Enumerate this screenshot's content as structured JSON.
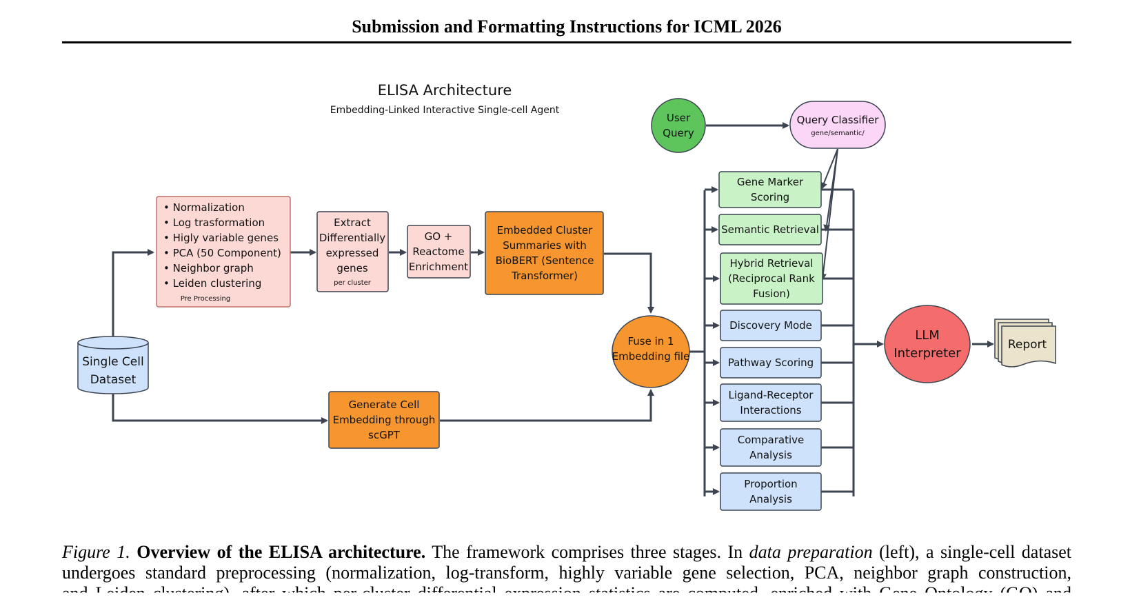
{
  "header": {
    "title": "Submission and Formatting Instructions for ICML 2026"
  },
  "figure": {
    "title": "ELISA Architecture",
    "subtitle": "Embedding-Linked Interactive Single-cell Agent",
    "preprocessing": {
      "items": [
        "Normalization",
        "Log trasformation",
        "Higly variable genes",
        "PCA (50 Component)",
        "Neighbor graph",
        "Leiden clustering"
      ],
      "label": "Pre Processing"
    },
    "dataset": [
      "Single Cell",
      "Dataset"
    ],
    "extract": {
      "lines": [
        "Extract",
        "Differentially",
        "expressed",
        "genes"
      ],
      "note": "per cluster"
    },
    "go": [
      "GO +",
      "Reactome",
      "Enrichment"
    ],
    "biobert": [
      "Embedded Cluster",
      "Summaries with",
      "BioBERT (Sentence",
      "Transformer)"
    ],
    "scgpt": [
      "Generate Cell",
      "Embedding through",
      "scGPT"
    ],
    "fuse": [
      "Fuse in 1",
      "Embedding file"
    ],
    "user_query": [
      "User",
      "Query"
    ],
    "classifier": {
      "title": "Query Classifier",
      "note": "gene/semantic/"
    },
    "green_modules": [
      [
        "Gene Marker",
        "Scoring"
      ],
      [
        "Semantic Retrieval"
      ],
      [
        "Hybrid Retrieval",
        "(Reciprocal Rank",
        "Fusion)"
      ]
    ],
    "blue_modules": [
      [
        "Discovery Mode"
      ],
      [
        "Pathway Scoring"
      ],
      [
        "Ligand-Receptor",
        "Interactions"
      ],
      [
        "Comparative",
        "Analysis"
      ],
      [
        "Proportion",
        "Analysis"
      ]
    ],
    "llm": [
      "LLM",
      "Interpreter"
    ],
    "report": "Report",
    "colors": {
      "pink": "#fdd9d6",
      "pink_border": "#c0706a",
      "orange": "#f7962f",
      "green": "#5ec45c",
      "light_green": "#c9f2c7",
      "light_blue": "#cfe2fb",
      "classifier": "#fcd6f6",
      "red": "#f56c6c",
      "report": "#ebe3cb",
      "edge": "#3b4450"
    }
  },
  "caption": {
    "label": "Figure 1.",
    "bold": "Overview of the ELISA architecture.",
    "text1": " The framework comprises three stages. In ",
    "italic": "data preparation",
    "text2": " (left), a single-cell dataset undergoes standard preprocessing (normalization, log-transform, highly variable gene selection, PCA, neighbor graph construction,",
    "text3": "and Leiden clustering), after which per-cluster differential expression statistics are computed, enriched with Gene Ontology (GO) and"
  }
}
